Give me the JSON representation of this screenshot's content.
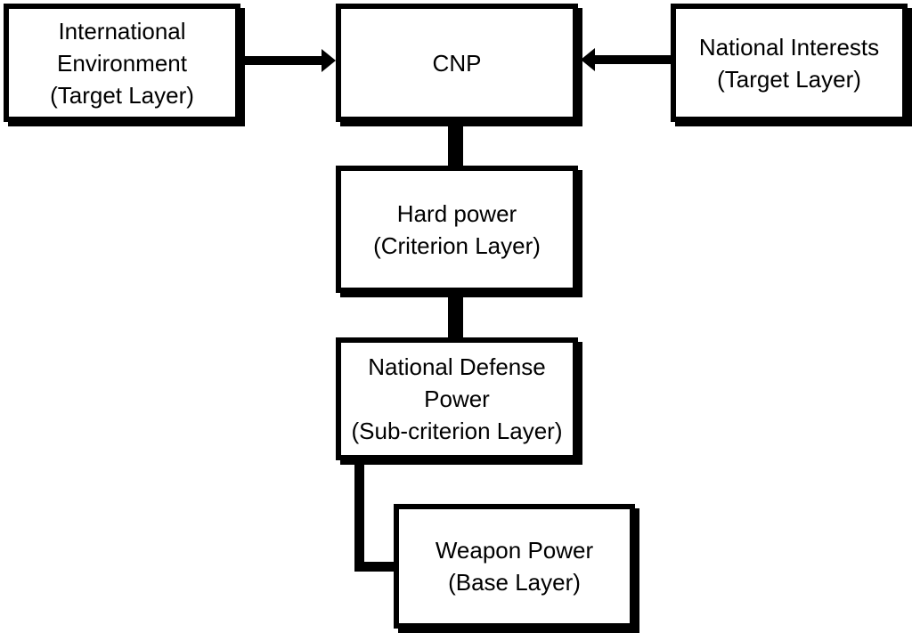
{
  "diagram": {
    "type": "flowchart",
    "colors": {
      "background": "#ffffff",
      "box_fill": "#ffffff",
      "box_border": "#000000",
      "text": "#000000",
      "connector": "#000000"
    },
    "nodes": {
      "international_environment": {
        "lines": [
          "International",
          "Environment",
          "(Target Layer)"
        ]
      },
      "cnp": {
        "lines": [
          "CNP"
        ]
      },
      "national_interests": {
        "lines": [
          "National Interests",
          "(Target Layer)"
        ]
      },
      "hard_power": {
        "lines": [
          "Hard power",
          "(Criterion Layer)"
        ]
      },
      "national_defense_power": {
        "lines": [
          "National Defense",
          "Power",
          "(Sub-criterion Layer)"
        ]
      },
      "weapon_power": {
        "lines": [
          "Weapon Power",
          "(Base Layer)"
        ]
      }
    },
    "edges": [
      {
        "from": "international_environment",
        "to": "cnp",
        "style": "arrow",
        "arrow_points": "right-into-cnp"
      },
      {
        "from": "national_interests",
        "to": "cnp",
        "style": "arrow",
        "arrow_points": "left-into-cnp"
      },
      {
        "from": "cnp",
        "to": "hard_power",
        "style": "thick-vertical-line"
      },
      {
        "from": "hard_power",
        "to": "national_defense_power",
        "style": "thick-vertical-line"
      },
      {
        "from": "national_defense_power",
        "to": "weapon_power",
        "style": "elbow-line"
      }
    ]
  }
}
